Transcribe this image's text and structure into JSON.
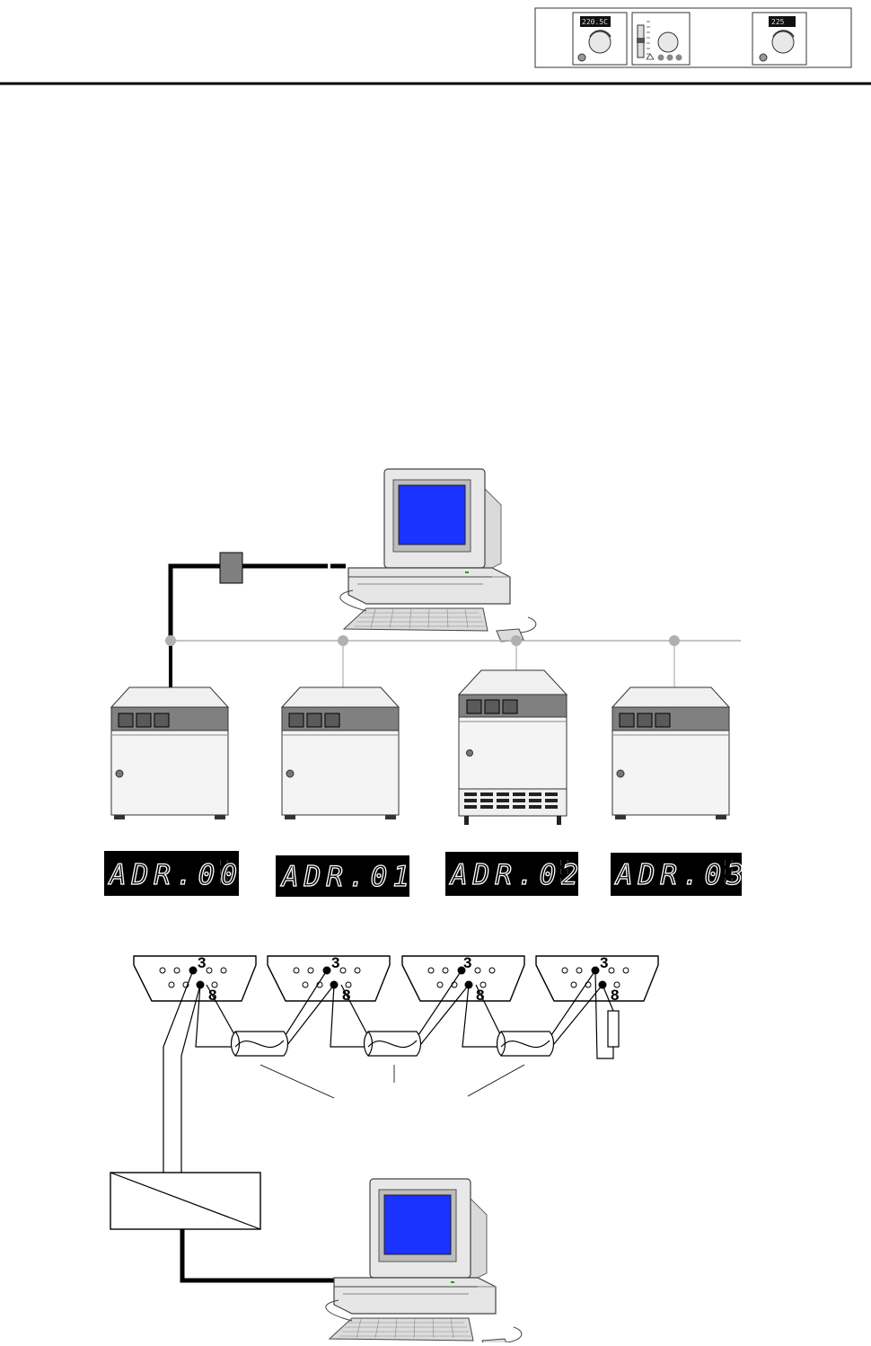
{
  "header": {
    "panel1_display": "220.5C",
    "panel2_display": "",
    "panel3_display": "225"
  },
  "network": {
    "devices": [
      {
        "address": "ADR.00",
        "type": "oven"
      },
      {
        "address": "ADR.01",
        "type": "oven"
      },
      {
        "address": "ADR.02",
        "type": "oven-tall"
      },
      {
        "address": "ADR.03",
        "type": "oven"
      }
    ]
  },
  "wiring": {
    "connectors": [
      {
        "pin_top": "3",
        "pin_bottom": "8"
      },
      {
        "pin_top": "3",
        "pin_bottom": "8"
      },
      {
        "pin_top": "3",
        "pin_bottom": "8"
      },
      {
        "pin_top": "3",
        "pin_bottom": "8"
      }
    ]
  },
  "colors": {
    "screen": "#1a33ff",
    "bus_line": "#b0b0b0",
    "display_bg": "#000000",
    "device_body": "#f4f4f4",
    "device_panel": "#808080"
  },
  "icons": [
    "computer-icon",
    "oven-icon",
    "connector-icon",
    "converter-icon",
    "resistor-icon"
  ]
}
